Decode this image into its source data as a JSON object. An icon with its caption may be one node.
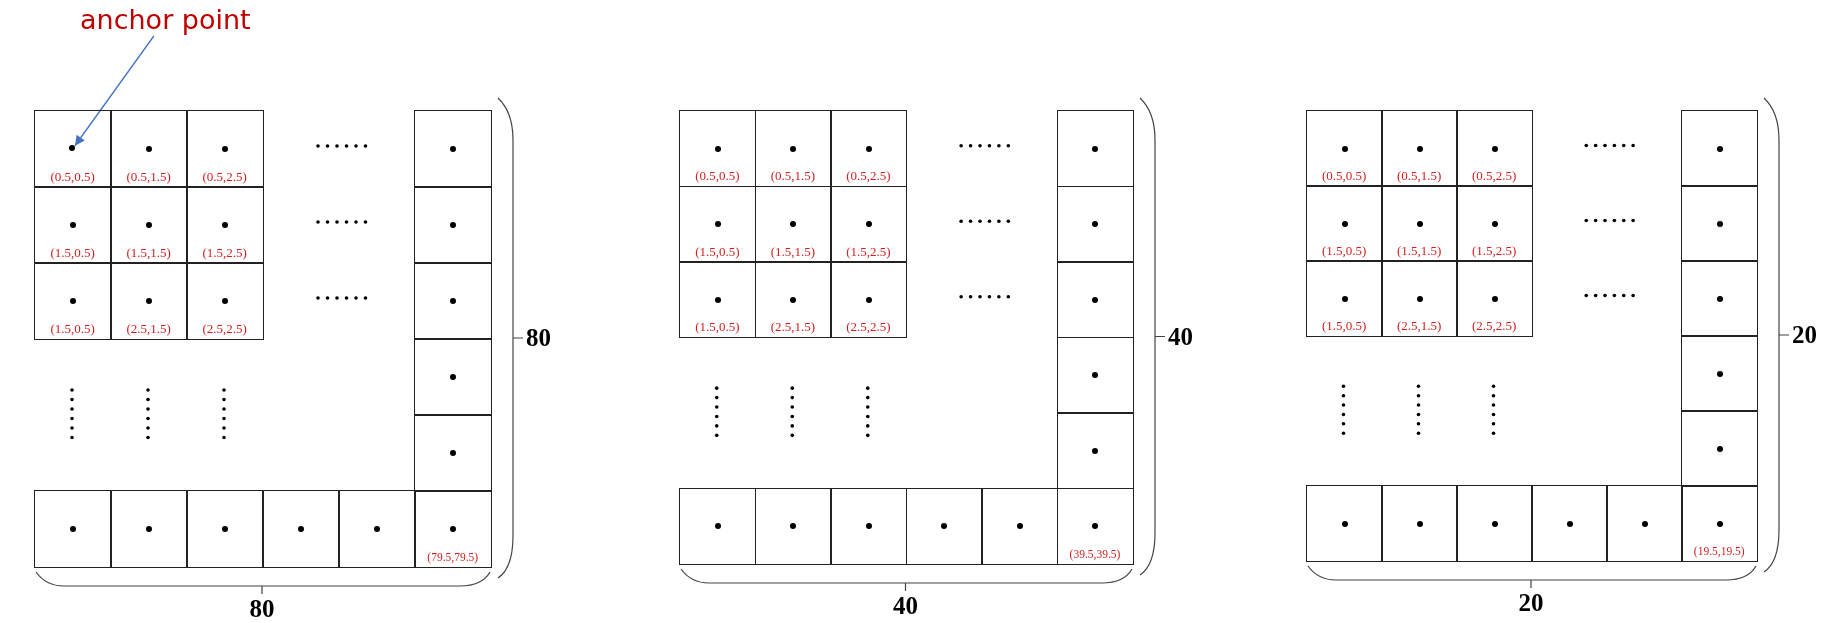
{
  "diagram": {
    "nodes": [
      {
        "text": [
          "anchor point"
        ]
      },
      {
        "text": [
          "(0.5,0.5)"
        ]
      },
      {
        "text": [],
        "shape": "circle",
        "in": 1
      },
      {
        "text": [
          "(0.5,1.5)"
        ]
      },
      {
        "text": [
          "(0.5,2.5)"
        ]
      },
      {
        "text": [],
        "shape": "box"
      },
      {
        "text": [
          "(1.5,0.5)"
        ]
      },
      {
        "text": [
          "(1.5,1.5)"
        ]
      },
      {
        "text": [
          "(1.5,2.5)"
        ]
      },
      {
        "text": [],
        "shape": "box"
      },
      {
        "text": [
          "(1.5,0.5)"
        ]
      },
      {
        "text": [
          "(2.5,1.5)"
        ]
      },
      {
        "text": [
          "(2.5,2.5)"
        ]
      },
      {
        "text": [],
        "shape": "box"
      },
      {
        "text": [],
        "shape": "box"
      },
      {
        "text": [],
        "shape": "box"
      },
      {
        "text": [],
        "shape": "box"
      },
      {
        "text": [],
        "shape": "box"
      },
      {
        "text": [],
        "shape": "box"
      },
      {
        "text": [],
        "shape": "box"
      },
      {
        "text": [],
        "shape": "box"
      },
      {
        "text": [
          "(79.5,79.5)"
        ]
      },
      {
        "text": [
          "(0.5,0.5)"
        ]
      },
      {
        "text": [
          "(0.5,1.5)"
        ]
      },
      {
        "text": [
          "(0.5,2.5)"
        ]
      },
      {
        "text": [],
        "shape": "box"
      },
      {
        "text": [
          "(1.5,0.5)"
        ]
      },
      {
        "text": [
          "(1.5,1.5)"
        ]
      },
      {
        "text": [
          "(1.5,2.5)"
        ]
      },
      {
        "text": [],
        "shape": "box"
      },
      {
        "text": [
          "(1.5,0.5)"
        ]
      },
      {
        "text": [
          "(2.5,1.5)"
        ]
      },
      {
        "text": [
          "(2.5,2.5)"
        ]
      },
      {
        "text": [],
        "shape": "box"
      },
      {
        "text": [],
        "shape": "box"
      },
      {
        "text": [],
        "shape": "box"
      },
      {
        "text": [],
        "shape": "box"
      },
      {
        "text": [],
        "shape": "box"
      },
      {
        "text": [],
        "shape": "box"
      },
      {
        "text": [],
        "shape": "box"
      },
      {
        "text": [],
        "shape": "box"
      },
      {
        "text": [
          "(39.5,39.5)"
        ]
      },
      {
        "text": [
          "(0.5,0.5)"
        ]
      },
      {
        "text": [
          "(0.5,1.5)"
        ]
      },
      {
        "text": [
          "(0.5,2.5)"
        ]
      },
      {
        "text": [],
        "shape": "box"
      },
      {
        "text": [
          "(1.5,0.5)"
        ]
      },
      {
        "text": [
          "(1.5,1.5)"
        ]
      },
      {
        "text": [
          "(1.5,2.5)"
        ]
      },
      {
        "text": [],
        "shape": "box"
      },
      {
        "text": [
          "(1.5,0.5)"
        ]
      },
      {
        "text": [
          "(2.5,1.5)"
        ]
      },
      {
        "text": [
          "(2.5,2.5)"
        ]
      },
      {
        "text": [],
        "shape": "box"
      },
      {
        "text": [],
        "shape": "box"
      },
      {
        "text": [],
        "shape": "box"
      },
      {
        "text": [],
        "shape": "box"
      },
      {
        "text": [],
        "shape": "box"
      },
      {
        "text": [],
        "shape": "box"
      },
      {
        "text": [],
        "shape": "box"
      },
      {
        "text": [],
        "shape": "box"
      },
      {
        "text": [
          "(19.5,19.5)"
        ]
      }
    ],
    "edges": [
      {
        "from": 0,
        "to": 2,
        "arrow": "to"
      }
    ],
    "labels": [
      "80",
      "40",
      "20",
      "80",
      "40",
      "20"
    ]
  }
}
